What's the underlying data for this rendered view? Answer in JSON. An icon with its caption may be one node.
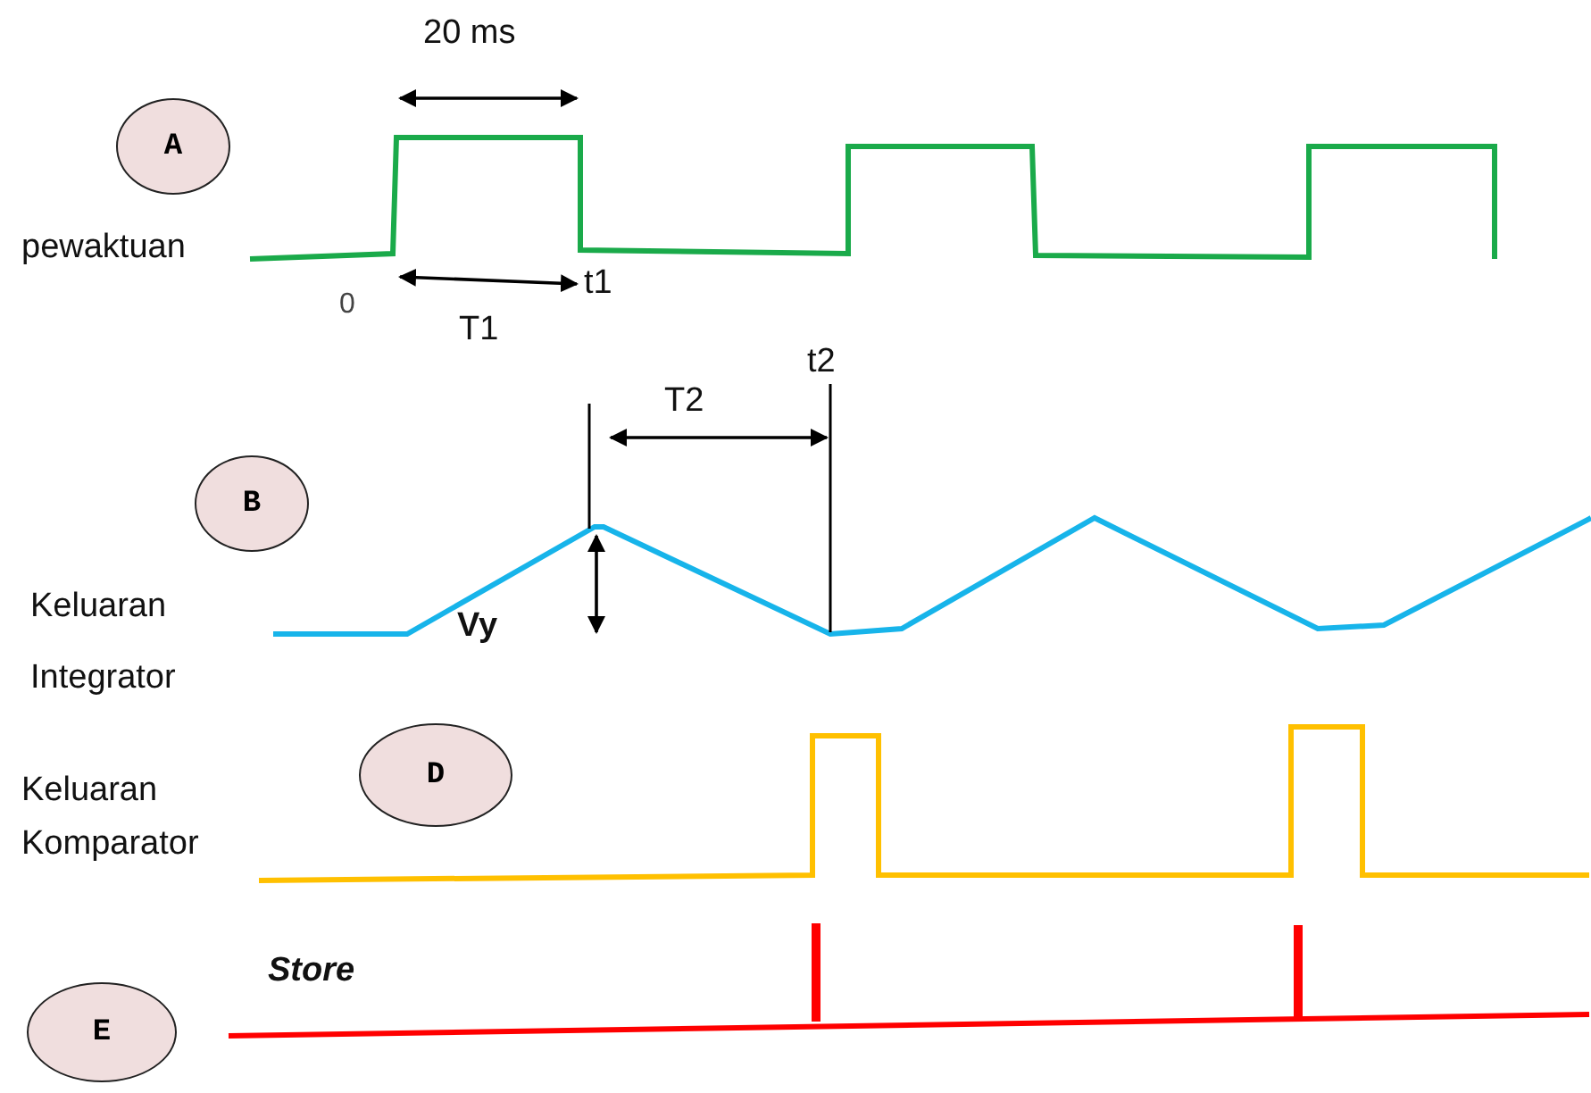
{
  "diagram": {
    "nodes": [
      {
        "text": [
          "A"
        ]
      },
      {
        "text": [
          "B"
        ]
      },
      {
        "text": [
          "D"
        ]
      },
      {
        "text": [
          "E"
        ]
      }
    ],
    "labels": [
      "20 ms",
      "pewaktuan",
      "0",
      "t1",
      "T1",
      "t2",
      "T2",
      "Keluaran Integrator",
      "Vy",
      "Keluaran Komparator",
      "Store"
    ]
  }
}
